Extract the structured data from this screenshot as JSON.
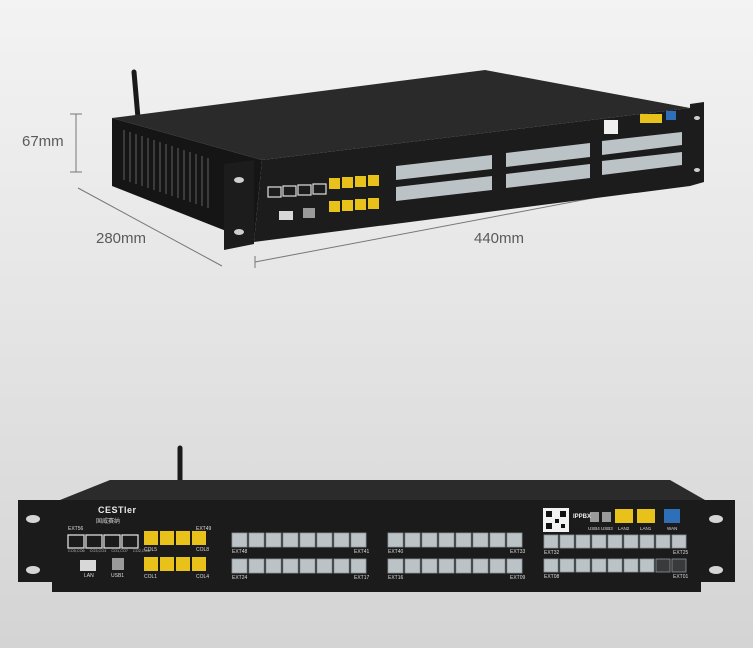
{
  "dimensions": {
    "height_label": "67mm",
    "depth_label": "280mm",
    "width_label": "440mm"
  },
  "brand": {
    "name": "CESTler",
    "tagline": "国威赛纳"
  },
  "panel": {
    "ext_block_label": "EXT56",
    "col_top_label": "EXT49",
    "col5": "COL5",
    "col8": "COL8",
    "col1": "COL1",
    "col4": "COL4",
    "co_labels": [
      "CO5,CO6",
      "CO3,CO4",
      "CO1,CO7",
      "CO2,CO8"
    ],
    "lan": "LAN",
    "usb1": "USB1",
    "bank1_top_left": "EXT48",
    "bank1_top_right": "EXT41",
    "bank1_bottom_left": "EXT24",
    "bank1_bottom_right": "EXT17",
    "bank2_top_left": "EXT40",
    "bank2_top_right": "EXT33",
    "bank2_bottom_left": "EXT16",
    "bank2_bottom_right": "EXT09",
    "bank3_top_left": "EXT32",
    "bank3_top_right": "EXT25",
    "bank3_bottom_left": "EXT08",
    "bank3_bottom_right": "EXT01",
    "ippbx": "IPPBX",
    "usb4": "USB4",
    "usb3": "USB3",
    "lan2": "LAN2",
    "lan1": "LAN1",
    "wan": "WAN"
  },
  "colors": {
    "chassis": "#1b1b1b",
    "yellow_port": "#e8c21b",
    "gray_port": "#bcc3c7",
    "wan_port": "#2d6fb8"
  }
}
